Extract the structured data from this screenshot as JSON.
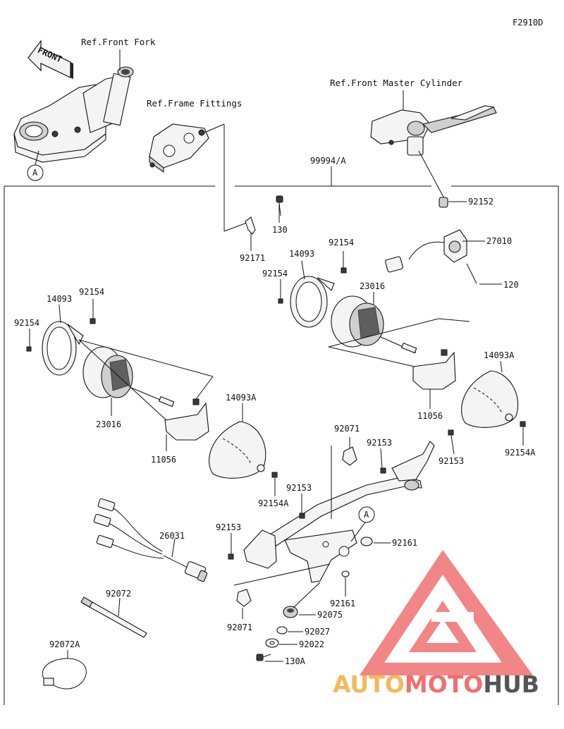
{
  "figure_code": "F2910D",
  "front_arrow_text": "FRONT",
  "refs": {
    "front_fork": "Ref.Front Fork",
    "frame_fittings": "Ref.Frame Fittings",
    "front_master_cylinder": "Ref.Front Master Cylinder"
  },
  "callout_a": "A",
  "parts": {
    "p99994A": "99994/A",
    "p92152": "92152",
    "p27010": "27010",
    "p120": "120",
    "p130": "130",
    "p92171": "92171",
    "p14093_r": "14093",
    "p92154_r1": "92154",
    "p92154_r2": "92154",
    "p23016_r": "23016",
    "p14093_l": "14093",
    "p92154_l1": "92154",
    "p92154_l2": "92154",
    "p23016_l": "23016",
    "p14093A_r": "14093A",
    "p11056_r": "11056",
    "p92154A_r": "92154A",
    "p92071_t": "92071",
    "p92153_a": "92153",
    "p92153_b": "92153",
    "p14093A_l": "14093A",
    "p11056_l": "11056",
    "p92154A_l": "92154A",
    "p92153_c": "92153",
    "p92153_d": "92153",
    "p26031": "26031",
    "p92161_a": "92161",
    "p92161_b": "92161",
    "p92075": "92075",
    "p92072": "92072",
    "p92071_b": "92071",
    "p92027": "92027",
    "p92022": "92022",
    "p92072A": "92072A",
    "p130A": "130A"
  },
  "watermark": {
    "part1": "AUTO",
    "part2": "MOTO",
    "part3": "HUB",
    "colors": {
      "auto": "#f5b85a",
      "moto": "#f07070",
      "hub": "#555555",
      "logo": "#f07070"
    }
  }
}
